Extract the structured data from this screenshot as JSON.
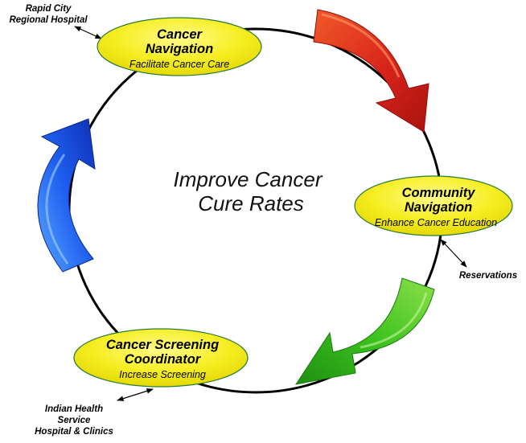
{
  "center": {
    "line1": "Improve Cancer",
    "line2": "Cure Rates"
  },
  "nodes": {
    "top": {
      "title_line1": "Cancer",
      "title_line2": "Navigation",
      "subtitle": "Facilitate Cancer Care"
    },
    "right": {
      "title_line1": "Community",
      "title_line2": "Navigation",
      "subtitle": "Enhance Cancer Education"
    },
    "bottom": {
      "title_line1": "Cancer Screening",
      "title_line2": "Coordinator",
      "subtitle": "Increase Screening"
    }
  },
  "external": {
    "rapid_city": {
      "line1": "Rapid City",
      "line2": "Regional Hospital"
    },
    "reservations": {
      "line1": "Reservations"
    },
    "ihs": {
      "line1": "Indian Health",
      "line2": "Service",
      "line3": "Hospital & Clinics"
    }
  },
  "colors": {
    "ellipse_fill": "#f4ec1a",
    "ellipse_stroke": "#2a7a3a",
    "arrow_red": "#e0281a",
    "arrow_green": "#3cc21e",
    "arrow_blue": "#1f5ff0",
    "circle": "#000000"
  }
}
